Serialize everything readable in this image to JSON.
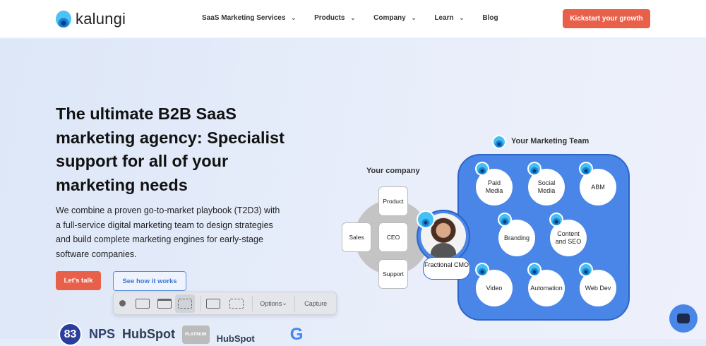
{
  "header": {
    "logo": "kalungi",
    "nav": [
      {
        "label": "SaaS Marketing Services",
        "dropdown": true
      },
      {
        "label": "Products",
        "dropdown": true
      },
      {
        "label": "Company",
        "dropdown": true
      },
      {
        "label": "Learn",
        "dropdown": true
      },
      {
        "label": "Blog",
        "dropdown": false
      }
    ],
    "cta": "Kickstart your growth"
  },
  "hero": {
    "title": "The ultimate B2B SaaS marketing agency: Specialist support for all of your marketing needs",
    "lead": "We combine a proven go-to-market playbook (T2D3) with a full-service digital marketing team to design strategies and build complete marketing engines for early-stage software companies.",
    "primary_button": "Let's talk",
    "secondary_button": "See how it works"
  },
  "toolbar": {
    "options": "Options",
    "capture": "Capture"
  },
  "badges": {
    "nps_score": "83",
    "nps": "NPS",
    "hubspot": "HubSpot",
    "platinum": "PLATINUM",
    "hubspot2": "HubSpot",
    "google": "G"
  },
  "diagram": {
    "company_title": "Your company",
    "company_roles": [
      "Product",
      "Sales",
      "CEO",
      "Support"
    ],
    "team_title": "Your Marketing Team",
    "cmo": "Fractional CMO",
    "services": [
      "Paid Media",
      "Social Media",
      "ABM",
      "Branding",
      "Content and SEO",
      "Video",
      "Automation",
      "Web Dev"
    ]
  },
  "colors": {
    "accent": "#e8604a",
    "team_blue": "#4a86e8",
    "link": "#3b77d6"
  }
}
